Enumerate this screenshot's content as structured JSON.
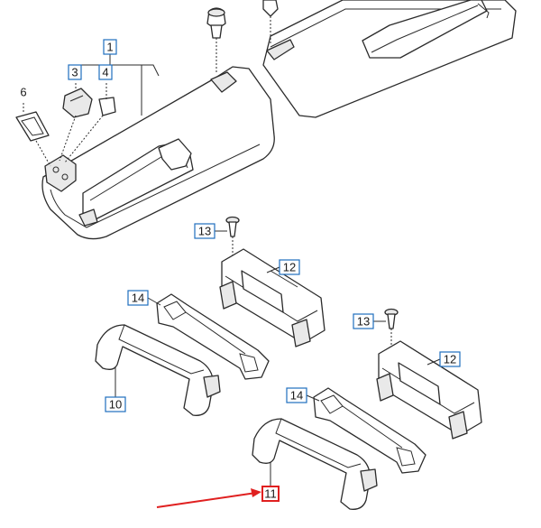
{
  "callouts": {
    "c1": "1",
    "c3": "3",
    "c4": "4",
    "c6": "6",
    "c10": "10",
    "c11": "11",
    "c12a": "12",
    "c12b": "12",
    "c13a": "13",
    "c13b": "13",
    "c14a": "14",
    "c14b": "14"
  },
  "colors": {
    "callout_border": "#1f6fbf",
    "highlight": "#e02020"
  }
}
